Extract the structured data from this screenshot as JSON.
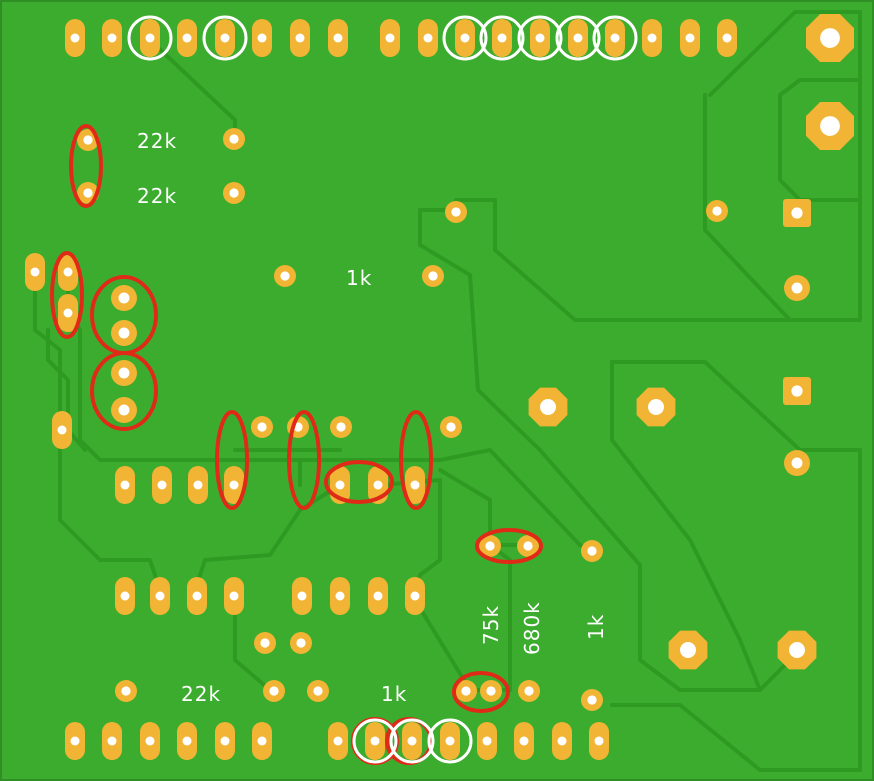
{
  "colors": {
    "board": "#3cac2e",
    "board_edge": "#2f8f24",
    "trace": "#2e9a22",
    "trace_dark": "#288a1e",
    "pad_copper": "#f2b434",
    "pad_hole": "#ffffff",
    "marker_red": "#e02a18",
    "marker_white": "#ffffff"
  },
  "labels": {
    "r1": "22k",
    "r2": "22k",
    "r3": "1k",
    "r4": "22k",
    "r5": "1k",
    "r6": "75k",
    "r7": "680k",
    "r8": "1k"
  }
}
